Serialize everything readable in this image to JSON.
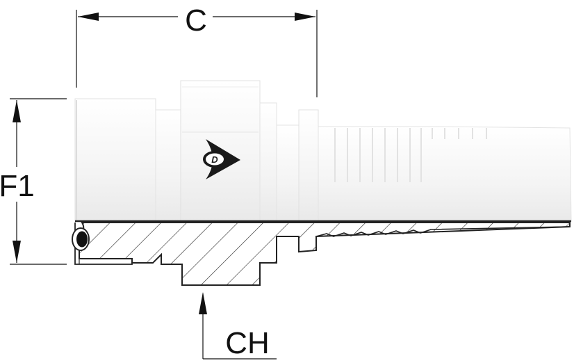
{
  "labels": {
    "length_dimension": "C",
    "diameter_dimension": "F1",
    "hex_dimension": "CH"
  },
  "logo": {
    "name": "dunlop-d-logo-icon",
    "text": "D"
  },
  "colors": {
    "body_fill": "#f3f3f3",
    "outline": "#222222",
    "hatch": "#333333"
  }
}
